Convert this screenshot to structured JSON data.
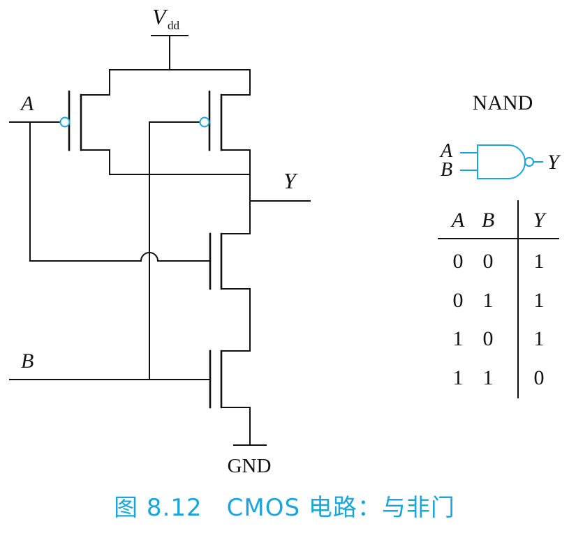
{
  "labels": {
    "vdd_main": "V",
    "vdd_sub": "dd",
    "input_a": "A",
    "input_b": "B",
    "output_y": "Y",
    "ground": "GND",
    "gate_name": "NAND",
    "symbol_in_a": "A",
    "symbol_in_b": "B",
    "symbol_out": "Y"
  },
  "truth_table": {
    "headers": [
      "A",
      "B",
      "Y"
    ],
    "rows": [
      [
        "0",
        "0",
        "1"
      ],
      [
        "0",
        "1",
        "1"
      ],
      [
        "1",
        "0",
        "1"
      ],
      [
        "1",
        "1",
        "0"
      ]
    ]
  },
  "caption": "图 8.12　CMOS 电路：与非门",
  "colors": {
    "line": "#111111",
    "accent": "#1aa6d9"
  }
}
